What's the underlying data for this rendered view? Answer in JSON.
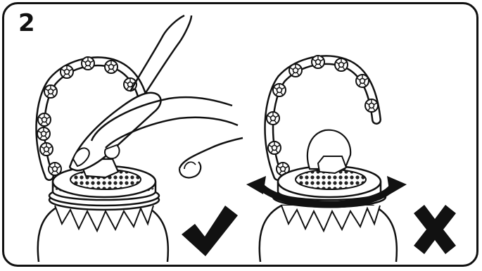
{
  "step": {
    "number": "2"
  },
  "panels": [
    {
      "id": "correct",
      "result": "check-mark"
    },
    {
      "id": "incorrect",
      "result": "cross-mark"
    }
  ]
}
